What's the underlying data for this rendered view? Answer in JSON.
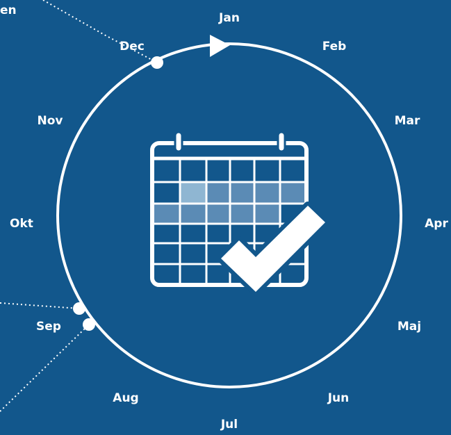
{
  "colors": {
    "background": "#12578c",
    "ring": "#ffffff",
    "grid_highlight": "#5b8bb5",
    "grid_highlight_strong": "#8fb6d2",
    "checkmark": "#ffffff"
  },
  "months": [
    {
      "label": "Jan"
    },
    {
      "label": "Feb"
    },
    {
      "label": "Mar"
    },
    {
      "label": "Apr"
    },
    {
      "label": "Maj"
    },
    {
      "label": "Jun"
    },
    {
      "label": "Jul"
    },
    {
      "label": "Aug"
    },
    {
      "label": "Sep"
    },
    {
      "label": "Okt"
    },
    {
      "label": "Nov"
    },
    {
      "label": "Dec"
    }
  ],
  "cut_off_label": "en",
  "icons": {
    "center": "calendar-check-icon",
    "direction": "arrow-right-icon"
  }
}
